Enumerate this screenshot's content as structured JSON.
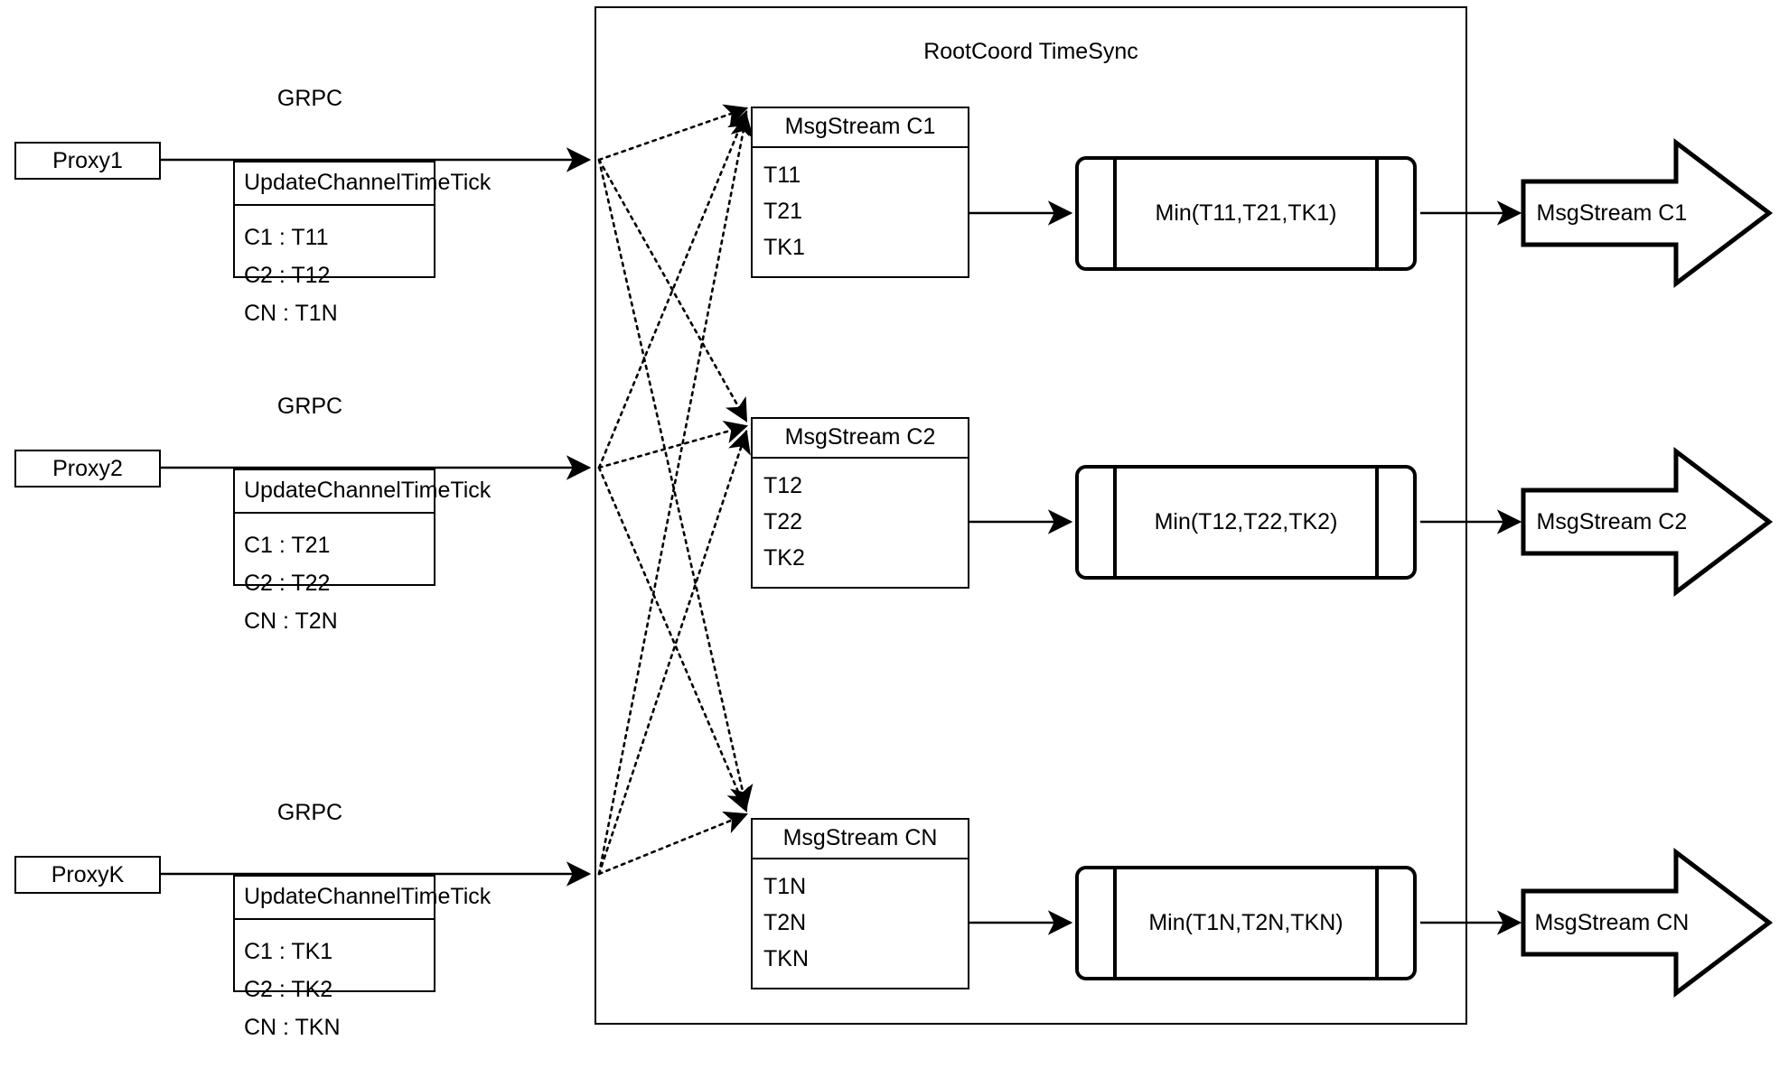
{
  "diagram": {
    "title": "RootCoord TimeSync",
    "link_label": "GRPC"
  },
  "proxies": [
    {
      "name": "Proxy1",
      "link_label": "GRPC",
      "record": {
        "title": "UpdateChannelTimeTick",
        "rows": [
          "C1 :  T11",
          "C2 :  T12",
          "CN : T1N"
        ]
      }
    },
    {
      "name": "Proxy2",
      "link_label": "GRPC",
      "record": {
        "title": "UpdateChannelTimeTick",
        "rows": [
          "C1 :  T21",
          "C2 :  T22",
          "CN : T2N"
        ]
      }
    },
    {
      "name": "ProxyK",
      "link_label": "GRPC",
      "record": {
        "title": "UpdateChannelTimeTick",
        "rows": [
          "C1 :  TK1",
          "C2 :  TK2",
          "CN : TKN"
        ]
      }
    }
  ],
  "channels": [
    {
      "stream": {
        "title": "MsgStream C1",
        "rows": [
          "T11",
          "T21",
          "TK1"
        ]
      },
      "min": "Min(T11,T21,TK1)",
      "output": "MsgStream C1"
    },
    {
      "stream": {
        "title": "MsgStream C2",
        "rows": [
          "T12",
          "T22",
          "TK2"
        ]
      },
      "min": "Min(T12,T22,TK2)",
      "output": "MsgStream C2"
    },
    {
      "stream": {
        "title": "MsgStream CN",
        "rows": [
          "T1N",
          "T2N",
          "TKN"
        ]
      },
      "min": "Min(T1N,T2N,TKN)",
      "output": "MsgStream CN"
    }
  ],
  "colors": {
    "stroke": "#000000",
    "background": "#ffffff"
  }
}
